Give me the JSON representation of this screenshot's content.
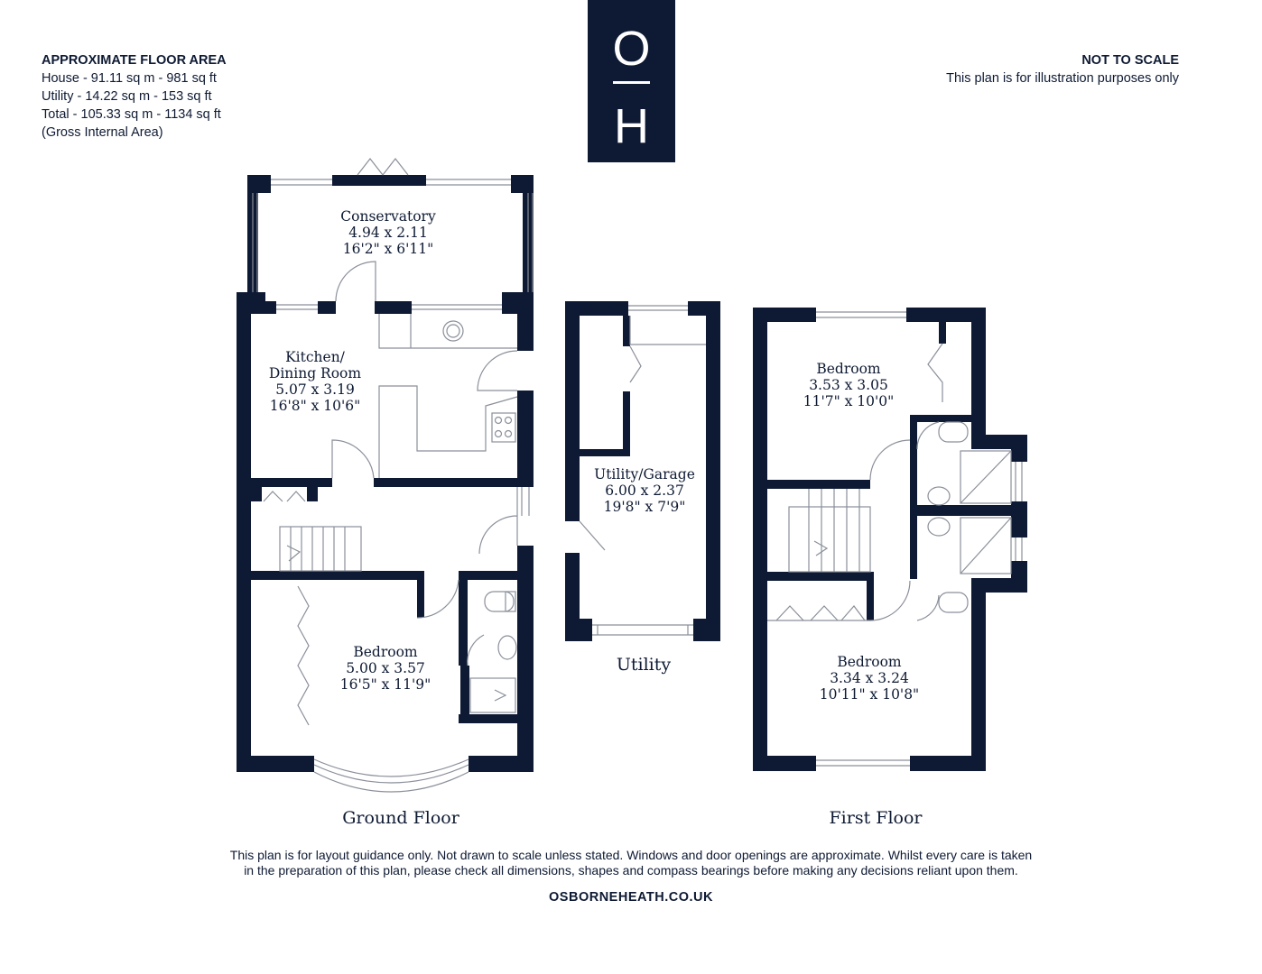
{
  "floor_area": {
    "heading": "APPROXIMATE FLOOR AREA",
    "lines": [
      "House - 91.11 sq m - 981 sq ft",
      "Utility - 14.22 sq m - 153 sq ft",
      "Total - 105.33 sq m - 1134 sq ft",
      "(Gross Internal Area)"
    ]
  },
  "scale_note": {
    "heading": "NOT TO SCALE",
    "text": "This plan is for illustration purposes only"
  },
  "logo": {
    "top": "O",
    "bottom": "H"
  },
  "rooms": {
    "conservatory": {
      "name": "Conservatory",
      "metric": "4.94 x 2.11",
      "imperial": "16'2\" x 6'11\""
    },
    "kitchen": {
      "name1": "Kitchen/",
      "name2": "Dining Room",
      "metric": "5.07 x 3.19",
      "imperial": "16'8\" x 10'6\""
    },
    "ground_bedroom": {
      "name": "Bedroom",
      "metric": "5.00 x 3.57",
      "imperial": "16'5\" x 11'9\""
    },
    "utility_garage": {
      "name": "Utility/Garage",
      "metric": "6.00 x 2.37",
      "imperial": "19'8\" x 7'9\""
    },
    "first_bedroom_top": {
      "name": "Bedroom",
      "metric": "3.53 x 3.05",
      "imperial": "11'7\" x 10'0\""
    },
    "first_bedroom_bottom": {
      "name": "Bedroom",
      "metric": "3.34 x 3.24",
      "imperial": "10'11\" x 10'8\""
    }
  },
  "captions": {
    "ground": "Ground Floor",
    "utility": "Utility",
    "first": "First Floor"
  },
  "disclaimer": {
    "line1": "This plan is for layout guidance only. Not drawn to scale unless stated. Windows and door openings are approximate. Whilst every care is taken",
    "line2": "in the preparation of this plan, please check all dimensions, shapes and compass bearings before making any decisions reliant upon them."
  },
  "website": "OSBORNEHEATH.CO.UK",
  "colors": {
    "wall": "#0e1a33",
    "background": "#ffffff",
    "fixture_line": "#8a8f99"
  }
}
